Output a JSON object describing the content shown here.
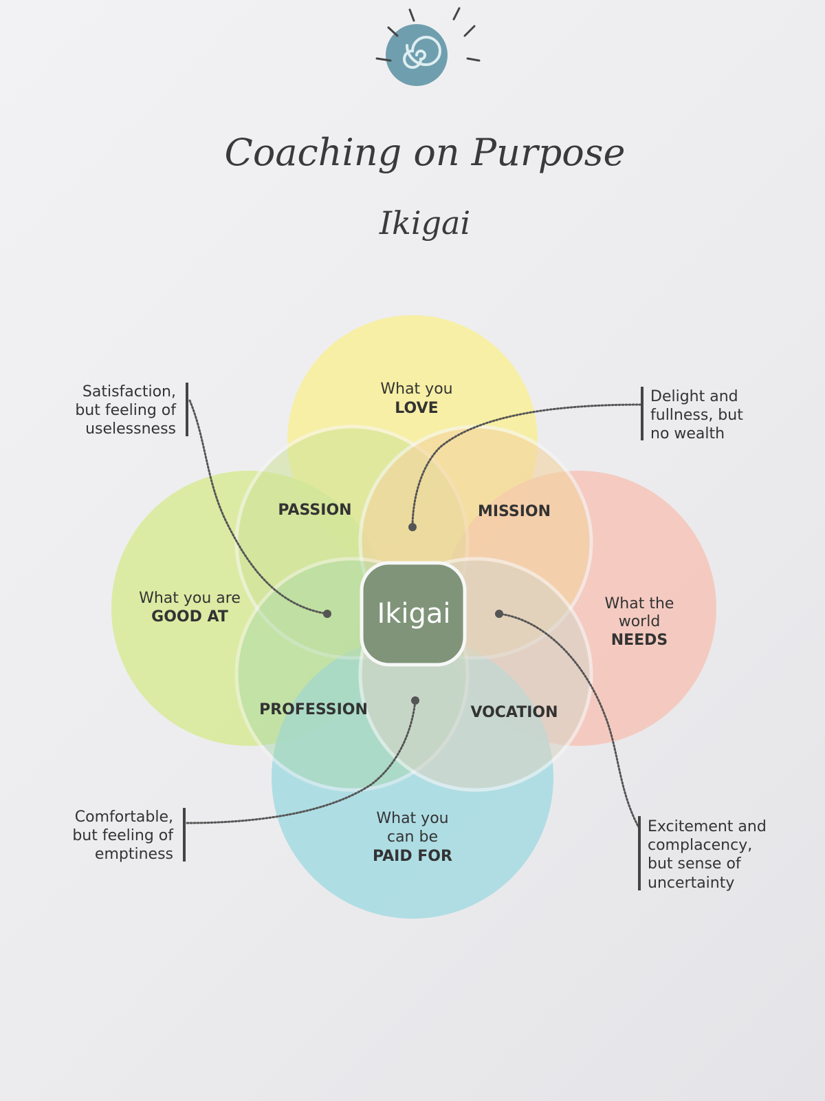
{
  "header": {
    "title": "Coaching on Purpose",
    "subtitle": "Ikigai"
  },
  "circles": {
    "love": {
      "line1": "What you",
      "line2": "LOVE",
      "color": "#f7ee9c"
    },
    "good_at": {
      "line1": "What you are",
      "line2": "GOOD AT",
      "color": "#d8ea9a"
    },
    "needs": {
      "line1": "What the",
      "line2": "world",
      "line3": "NEEDS",
      "color": "#f5c6bb"
    },
    "paid_for": {
      "line1": "What you",
      "line2": "can be",
      "line3": "PAID FOR",
      "color": "#a9dbe2"
    }
  },
  "intersections": {
    "passion": "PASSION",
    "mission": "MISSION",
    "profession": "PROFESSION",
    "vocation": "VOCATION",
    "center": "Ikigai"
  },
  "callouts": {
    "top_left": [
      "Satisfaction,",
      "but feeling of",
      "uselessness"
    ],
    "top_right": [
      "Delight and",
      "fullness, but",
      "no wealth"
    ],
    "bottom_left": [
      "Comfortable,",
      "but feeling of",
      "emptiness"
    ],
    "bottom_right": [
      "Excitement and",
      "complacency,",
      "but sense of",
      "uncertainty"
    ]
  },
  "colors": {
    "center": "#7f9479",
    "logo": "#6f9fae",
    "text": "#333333"
  },
  "icons": {
    "logo": "spiral-sun-icon"
  }
}
